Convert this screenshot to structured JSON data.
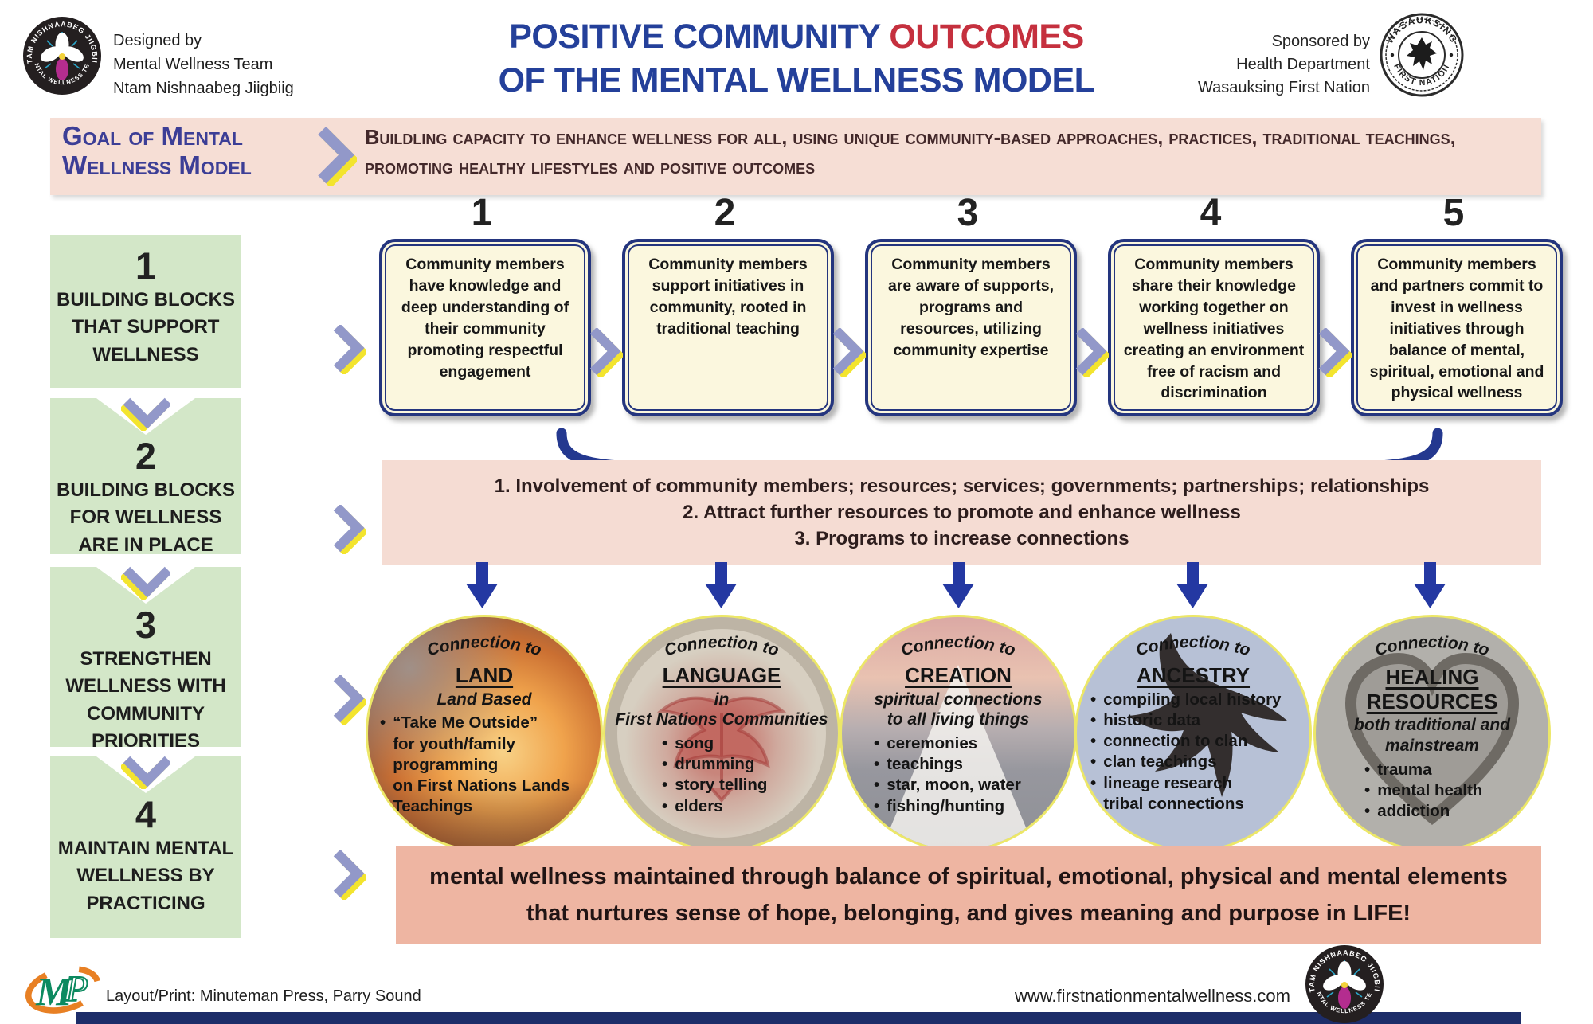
{
  "colors": {
    "title_blue": "#24409a",
    "title_red": "#c5303e",
    "goal_banner_pink": "#f6ded5",
    "involve_pink": "#f5dcd3",
    "bottom_salmon": "#eeb5a2",
    "step_green": "#d3e7c8",
    "box_cream": "#fbf7de",
    "box_border_navy": "#24357e",
    "chevron_purple": "#9298c9",
    "chevron_yellow": "#f3e42e",
    "arrow_navy": "#2438a2"
  },
  "header": {
    "credit": {
      "lines": [
        "Designed by",
        "Mental Wellness Team",
        "Ntam Nishnaabeg Jiigbiig"
      ]
    },
    "title": {
      "line1_blue": "POSITIVE COMMUNITY ",
      "line1_red": "OUTCOMES",
      "line2": "OF THE MENTAL WELLNESS MODEL"
    },
    "sponsor": {
      "lines": [
        "Sponsored by",
        "Health Department",
        "Wasauksing First Nation"
      ]
    },
    "team_logo": {
      "arc_top": "NTAM NISHNAABEG JIIGBIIG",
      "arc_bottom": "MENTAL WELLNESS TEAM"
    },
    "seal_logo": {
      "arc_top": "WASAUKSING",
      "arc_bottom": "FIRST NATION"
    }
  },
  "goal_banner": {
    "label_line1": "Goal of Mental",
    "label_line2": "Wellness Model",
    "text": "Buildling capacity to enhance wellness for all, using unique community-based approaches, practices, traditional teachings, promoting healthy lifestyles and positive outcomes"
  },
  "steps": [
    {
      "number": "1",
      "label": "BUILDING BLOCKS THAT SUPPORT WELLNESS"
    },
    {
      "number": "2",
      "label": "BUILDING BLOCKS FOR WELLNESS ARE IN PLACE"
    },
    {
      "number": "3",
      "label": "STRENGTHEN WELLNESS WITH COMMUNITY PRIORITIES"
    },
    {
      "number": "4",
      "label": "MAINTAIN MENTAL WELLNESS BY PRACTICING"
    }
  ],
  "outcomes": [
    {
      "number": "1",
      "text": "Community members have knowledge and deep understanding of their community promoting respectful engagement"
    },
    {
      "number": "2",
      "text": "Community members support initiatives in community, rooted in traditional teaching"
    },
    {
      "number": "3",
      "text": "Community members are aware of supports, programs and resources, utilizing community expertise"
    },
    {
      "number": "4",
      "text": "Community members share their knowledge working together on wellness initiatives creating an environment free of racism and discrimination"
    },
    {
      "number": "5",
      "text": "Community members and partners commit to invest in wellness initiatives through balance of mental, spiritual, emotional and physical wellness"
    }
  ],
  "involvement": {
    "lines": [
      "1. Involvement of community members; resources; services; governments; partnerships; relationships",
      "2. Attract further resources to promote and enhance wellness",
      "3. Programs to increase connections"
    ]
  },
  "connections": [
    {
      "prefix": "Connection to",
      "title": "LAND",
      "subtitle": "Land Based",
      "bullets": [
        "“Take Me Outside”\nfor youth/family\nprogramming\non First Nations Lands",
        "Teachings"
      ]
    },
    {
      "prefix": "Connection to",
      "title": "LANGUAGE",
      "subtitle": "in\nFirst Nations Communities",
      "bullets": [
        "song",
        "drumming",
        "story telling",
        "elders"
      ]
    },
    {
      "prefix": "Connection to",
      "title": "CREATION",
      "subtitle": "spiritual connections\nto all living things",
      "bullets": [
        "ceremonies",
        "teachings",
        "star, moon, water",
        "fishing/hunting"
      ]
    },
    {
      "prefix": "Connection to",
      "title": "ANCESTRY",
      "subtitle": "",
      "bullets": [
        "compiling local history",
        "historic data",
        "connection to clan",
        "clan teachings",
        "lineage research",
        "tribal connections"
      ]
    },
    {
      "prefix": "Connection to",
      "title": "HEALING RESOURCES",
      "subtitle": "both traditional and\nmainstream",
      "bullets": [
        "trauma",
        "mental health",
        "addiction"
      ]
    }
  ],
  "bottom_banner": {
    "line1": "mental wellness maintained through balance of spiritual, emotional, physical and mental elements",
    "line2": "that nurtures sense of hope, belonging, and gives meaning and purpose in LIFE!"
  },
  "footer": {
    "print_credit": "Layout/Print: Minuteman Press, Parry Sound",
    "website": "www.firstnationmentalwellness.com",
    "mp": {
      "m": "M",
      "p": "P"
    }
  }
}
